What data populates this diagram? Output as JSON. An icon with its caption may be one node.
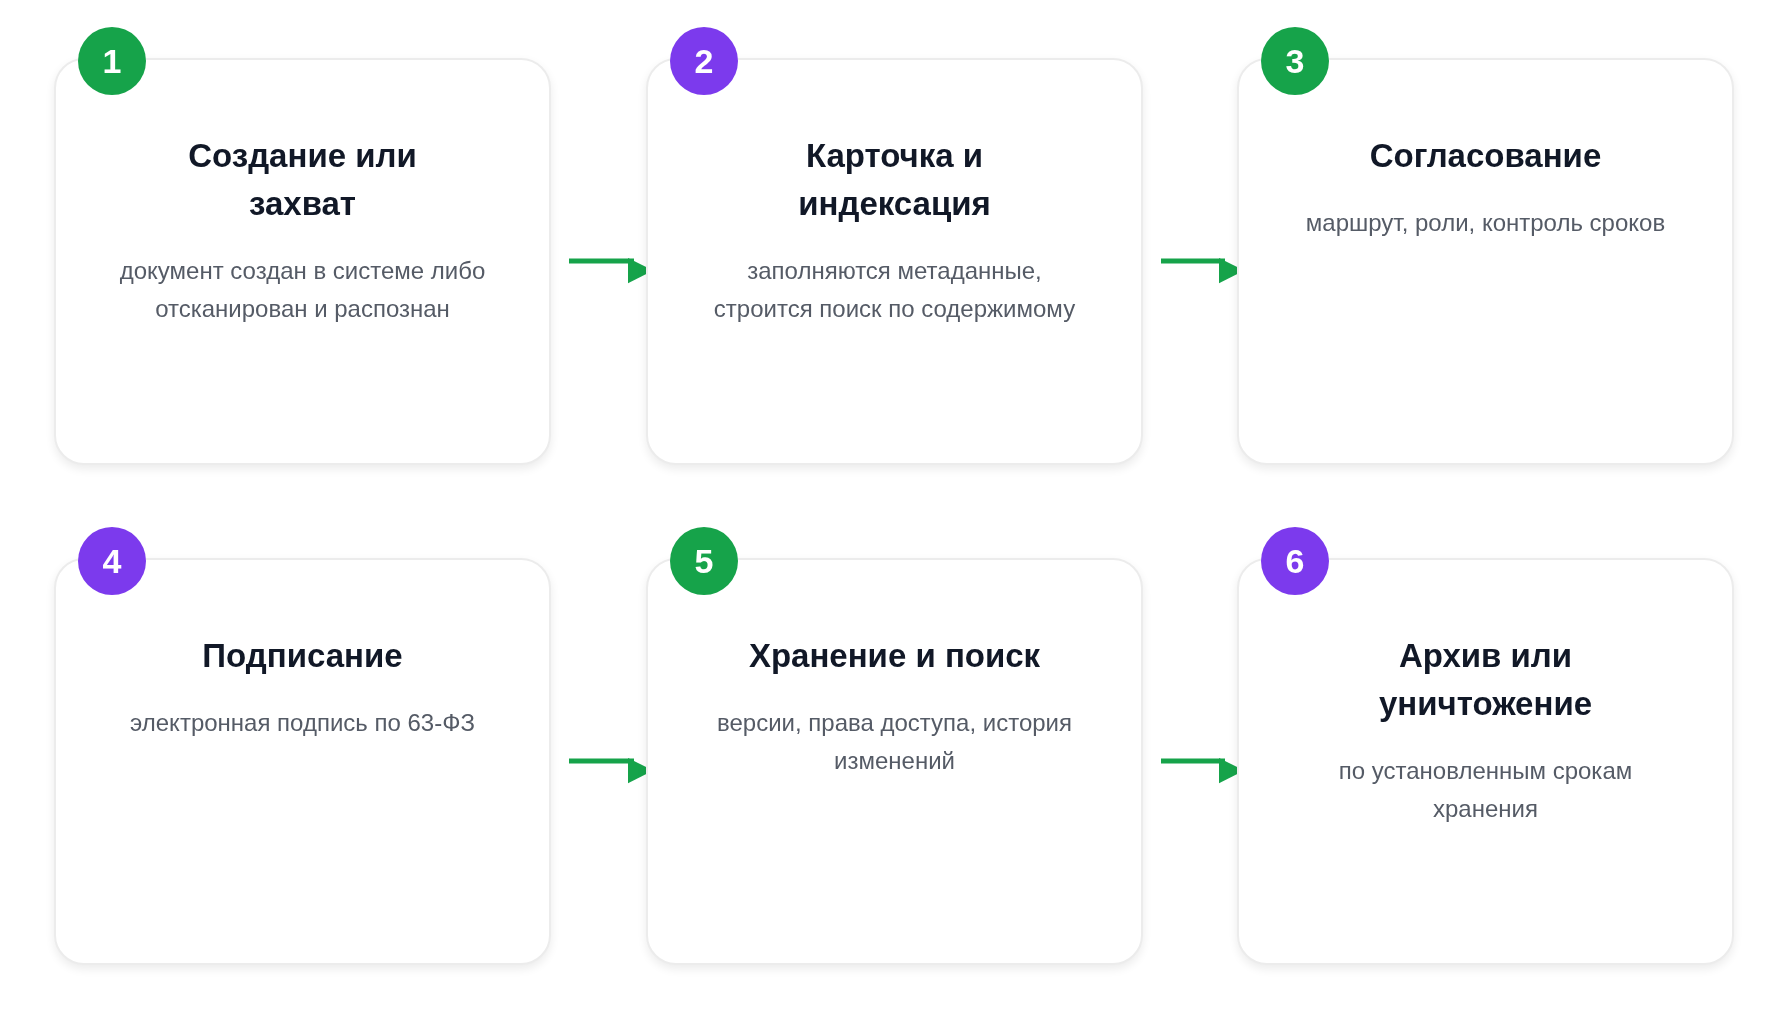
{
  "diagram": {
    "nodes": [
      {
        "text": [
          "Создание или захват",
          "документ создан в системе либо отсканирован и распознан"
        ]
      },
      {
        "text": [
          "Карточка и индексация",
          "заполняются метаданные, строится поиск по содержимому"
        ]
      },
      {
        "text": [
          "Согласование",
          "маршрут, роли, контроль сроков"
        ]
      },
      {
        "text": [
          "Подписание",
          "электронная подпись по 63-ФЗ"
        ]
      },
      {
        "text": [
          "Хранение и поиск",
          "версии, права доступа, история изменений"
        ]
      },
      {
        "text": [
          "Архив или уничтожение",
          "по установленным срокам хранения"
        ]
      }
    ],
    "edges": [
      {
        "from": 0,
        "to": 1,
        "arrow": "to"
      },
      {
        "from": 1,
        "to": 2,
        "arrow": "to"
      },
      {
        "from": 3,
        "to": 4,
        "arrow": "to"
      },
      {
        "from": 4,
        "to": 5,
        "arrow": "to"
      }
    ],
    "labels": [
      "1",
      "2",
      "3",
      "4",
      "5",
      "6"
    ]
  }
}
